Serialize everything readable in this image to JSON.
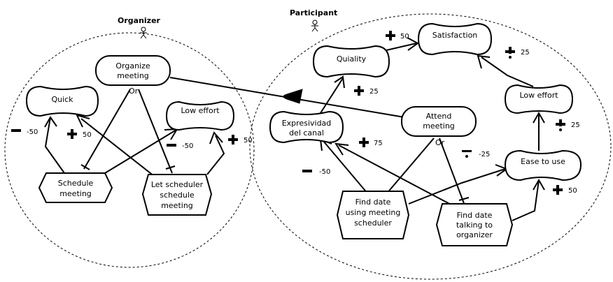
{
  "actors": {
    "organizer": {
      "label": "Organizer"
    },
    "participant": {
      "label": "Participant"
    }
  },
  "softgoals": {
    "quick": "Quick",
    "low_effort_org": "Low effort",
    "quiality": "Quiality",
    "satisfaction": "Satisfaction",
    "low_effort_part": "Low effort",
    "expresividad_1": "Expresividad",
    "expresividad_2": "del canal",
    "ease_to_use": "Ease to use"
  },
  "goals": {
    "organize_meeting_1": "Organize",
    "organize_meeting_2": "meeting",
    "attend_meeting_1": "Attend",
    "attend_meeting_2": "meeting"
  },
  "tasks": {
    "schedule_meeting_1": "Schedule",
    "schedule_meeting_2": "meeting",
    "let_scheduler_1": "Let scheduler",
    "let_scheduler_2": "schedule",
    "let_scheduler_3": "meeting",
    "find_date_scheduler_1": "Find date",
    "find_date_scheduler_2": "using meeting",
    "find_date_scheduler_3": "scheduler",
    "find_date_talking_1": "Find date",
    "find_date_talking_2": "talking to",
    "find_date_talking_3": "organizer"
  },
  "decompositions": {
    "organizer_or": "Or",
    "participant_or": "Or"
  },
  "contributions": {
    "quick_schedule": "-50",
    "quick_let": "50",
    "low_effort_schedule": "-50",
    "low_effort_let": "50",
    "quiality_satisfaction": "50",
    "expresividad_quiality": "25",
    "low_effort_satisfaction": "25",
    "ease_low_effort": "25",
    "find_scheduler_expresividad": "-50",
    "find_talking_expresividad": "75",
    "find_scheduler_ease": "-25",
    "find_talking_ease": "50"
  }
}
